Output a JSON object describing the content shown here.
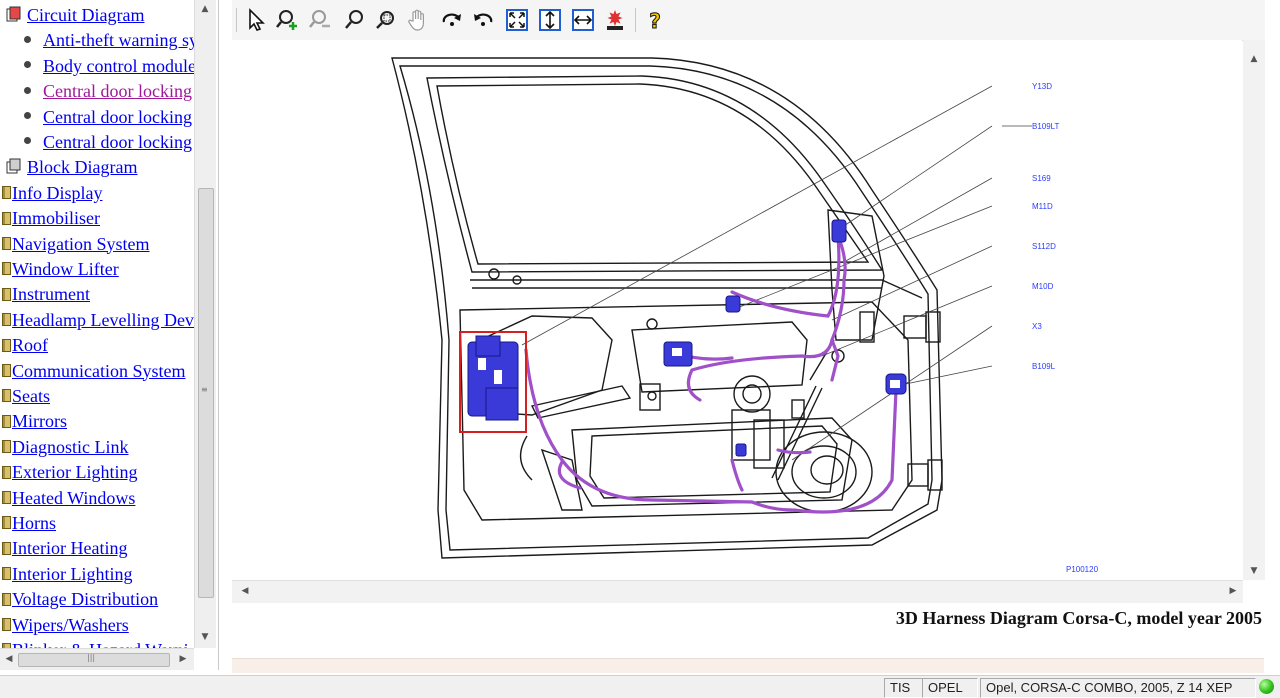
{
  "tree": {
    "items": [
      {
        "label": "Circuit Diagram",
        "level": 1,
        "kind": "folder-open",
        "visited": false
      },
      {
        "label": "Anti-theft warning sy",
        "level": 2,
        "kind": "page",
        "visited": false
      },
      {
        "label": "Body control module",
        "level": 2,
        "kind": "page",
        "visited": false
      },
      {
        "label": "Central door locking",
        "level": 2,
        "kind": "page",
        "visited": true
      },
      {
        "label": "Central door locking",
        "level": 2,
        "kind": "page",
        "visited": false
      },
      {
        "label": "Central door locking",
        "level": 2,
        "kind": "page",
        "visited": false
      },
      {
        "label": "Block Diagram",
        "level": 1,
        "kind": "folder",
        "visited": false
      },
      {
        "label": "Info Display",
        "level": 0,
        "kind": "book",
        "visited": false
      },
      {
        "label": "Immobiliser",
        "level": 0,
        "kind": "book",
        "visited": false
      },
      {
        "label": "Navigation System",
        "level": 0,
        "kind": "book",
        "visited": false
      },
      {
        "label": "Window Lifter",
        "level": 0,
        "kind": "book",
        "visited": false
      },
      {
        "label": "Instrument",
        "level": 0,
        "kind": "book",
        "visited": false
      },
      {
        "label": "Headlamp Levelling Devi",
        "level": 0,
        "kind": "book",
        "visited": false
      },
      {
        "label": "Roof",
        "level": 0,
        "kind": "book",
        "visited": false
      },
      {
        "label": "Communication System",
        "level": 0,
        "kind": "book",
        "visited": false
      },
      {
        "label": "Seats",
        "level": 0,
        "kind": "book",
        "visited": false
      },
      {
        "label": "Mirrors",
        "level": 0,
        "kind": "book",
        "visited": false
      },
      {
        "label": "Diagnostic Link",
        "level": 0,
        "kind": "book",
        "visited": false
      },
      {
        "label": "Exterior Lighting",
        "level": 0,
        "kind": "book",
        "visited": false
      },
      {
        "label": "Heated Windows",
        "level": 0,
        "kind": "book",
        "visited": false
      },
      {
        "label": "Horns",
        "level": 0,
        "kind": "book",
        "visited": false
      },
      {
        "label": "Interior Heating",
        "level": 0,
        "kind": "book",
        "visited": false
      },
      {
        "label": "Interior Lighting",
        "level": 0,
        "kind": "book",
        "visited": false
      },
      {
        "label": "Voltage Distribution",
        "level": 0,
        "kind": "book",
        "visited": false
      },
      {
        "label": "Wipers/Washers",
        "level": 0,
        "kind": "book",
        "visited": false
      },
      {
        "label": "Blinker & Hazard Warni",
        "level": 0,
        "kind": "book",
        "visited": false
      }
    ]
  },
  "toolbar": {
    "buttons": [
      {
        "name": "select-pointer",
        "icon": "pointer-icon"
      },
      {
        "name": "zoom-in",
        "icon": "zoom-in-icon"
      },
      {
        "name": "zoom-out",
        "icon": "zoom-out-icon"
      },
      {
        "name": "zoom",
        "icon": "zoom-icon"
      },
      {
        "name": "zoom-window",
        "icon": "zoom-window-icon"
      },
      {
        "name": "pan",
        "icon": "hand-icon"
      },
      {
        "name": "rotate-cw",
        "icon": "rotate-cw-icon"
      },
      {
        "name": "rotate-ccw",
        "icon": "rotate-ccw-icon"
      },
      {
        "name": "fit-all",
        "icon": "fit-all-icon"
      },
      {
        "name": "fit-height",
        "icon": "fit-height-icon"
      },
      {
        "name": "fit-width",
        "icon": "fit-width-icon"
      },
      {
        "name": "highlight",
        "icon": "highlight-icon"
      },
      {
        "name": "help",
        "icon": "help-icon"
      }
    ]
  },
  "diagram": {
    "caption": "3D Harness Diagram Corsa-C, model year 2005",
    "figure_id": "P100120",
    "labels": [
      "Y13D",
      "B109LT",
      "S169",
      "M11D",
      "S112D",
      "M10D",
      "X3",
      "B109L"
    ],
    "highlight_color": "#d42020",
    "harness_color": "#a050c8",
    "component_color": "#2424c8"
  },
  "status": {
    "fields": [
      "TIS",
      "OPEL",
      "Opel, CORSA-C COMBO, 2005, Z 14 XEP"
    ],
    "led_color": "#39c422"
  }
}
